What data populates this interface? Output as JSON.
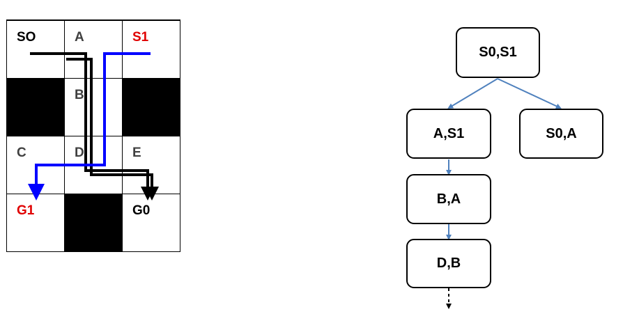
{
  "grid": {
    "rows": 4,
    "cols": 3,
    "cells": [
      {
        "row": 0,
        "col": 0,
        "wall": false,
        "label": "SO",
        "color": "#000000"
      },
      {
        "row": 0,
        "col": 1,
        "wall": false,
        "label": "A",
        "color": "#404040"
      },
      {
        "row": 0,
        "col": 2,
        "wall": false,
        "label": "S1",
        "color": "#e00000"
      },
      {
        "row": 1,
        "col": 0,
        "wall": true,
        "label": "",
        "color": ""
      },
      {
        "row": 1,
        "col": 1,
        "wall": false,
        "label": "B",
        "color": "#404040"
      },
      {
        "row": 1,
        "col": 2,
        "wall": true,
        "label": "",
        "color": ""
      },
      {
        "row": 2,
        "col": 0,
        "wall": false,
        "label": "C",
        "color": "#404040"
      },
      {
        "row": 2,
        "col": 1,
        "wall": false,
        "label": "D",
        "color": "#404040"
      },
      {
        "row": 2,
        "col": 2,
        "wall": false,
        "label": "E",
        "color": "#404040"
      },
      {
        "row": 3,
        "col": 0,
        "wall": false,
        "label": "G1",
        "color": "#e00000"
      },
      {
        "row": 3,
        "col": 1,
        "wall": true,
        "label": "",
        "color": ""
      },
      {
        "row": 3,
        "col": 2,
        "wall": false,
        "label": "G0",
        "color": "#000000"
      }
    ],
    "paths": [
      {
        "agent": "agent-0",
        "color": "#000000",
        "from": "SO",
        "to": "G0"
      },
      {
        "agent": "agent-1",
        "color": "#0000ff",
        "from": "S1",
        "to": "G1"
      }
    ]
  },
  "tree": {
    "nodes": [
      {
        "id": "root",
        "label": "S0,S1"
      },
      {
        "id": "n1",
        "label": "A,S1"
      },
      {
        "id": "n2",
        "label": "S0,A"
      },
      {
        "id": "n3",
        "label": "B,A"
      },
      {
        "id": "n4",
        "label": "D,B"
      }
    ],
    "edges": [
      {
        "from": "root",
        "to": "n1"
      },
      {
        "from": "root",
        "to": "n2"
      },
      {
        "from": "n1",
        "to": "n3"
      },
      {
        "from": "n3",
        "to": "n4"
      }
    ],
    "continuation": {
      "from": "n4",
      "style": "dashed"
    },
    "edge_color": "#4f81bd"
  }
}
